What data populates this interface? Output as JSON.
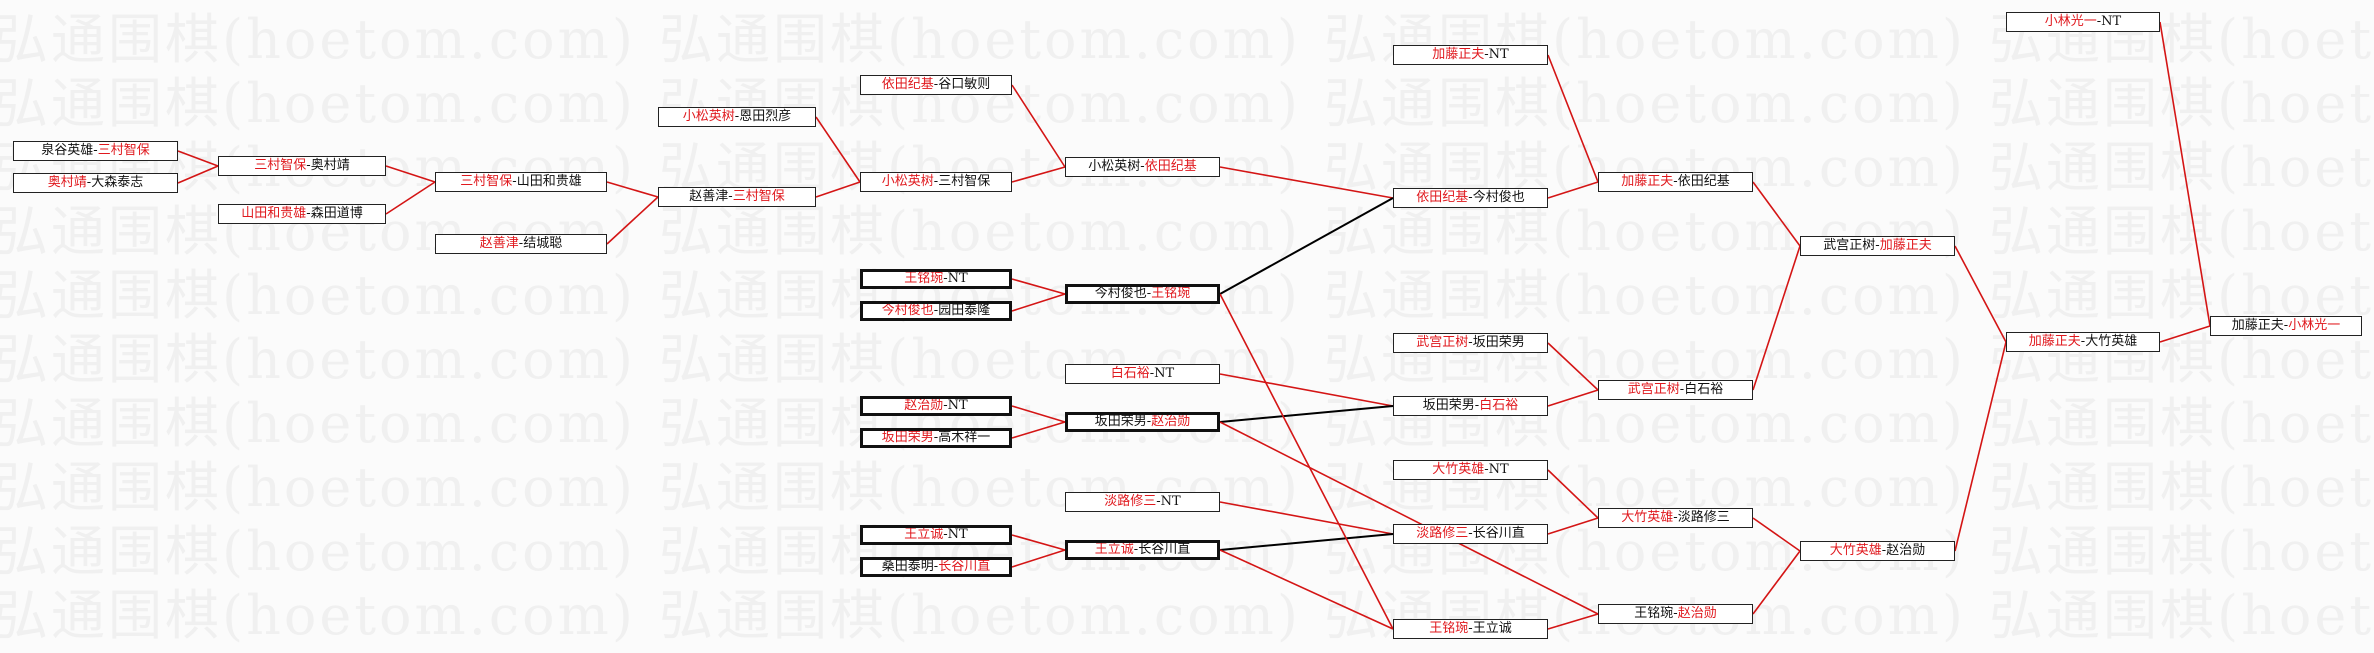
{
  "watermark": "弘通围棋(hoetom.com)",
  "colors": {
    "winner": "#e0191e",
    "text": "#111111",
    "red_line": "#d41515",
    "black_line": "#000000"
  },
  "matches": [
    {
      "id": "a1",
      "parts": [
        "泉谷英雄",
        "-",
        "三村智保"
      ],
      "hl": [
        2
      ],
      "thick": false
    },
    {
      "id": "a2",
      "parts": [
        "奥村靖",
        "-大森泰志"
      ],
      "hl": [
        0
      ],
      "thick": false
    },
    {
      "id": "b1",
      "parts": [
        "三村智保",
        "-奥村靖"
      ],
      "hl": [
        0
      ],
      "thick": false
    },
    {
      "id": "b2",
      "parts": [
        "山田和贵雄",
        "-森田道博"
      ],
      "hl": [
        0
      ],
      "thick": false
    },
    {
      "id": "c1",
      "parts": [
        "三村智保",
        "-山田和贵雄"
      ],
      "hl": [
        0
      ],
      "thick": false
    },
    {
      "id": "c2",
      "parts": [
        "赵善津",
        "-结城聪"
      ],
      "hl": [
        0
      ],
      "thick": false
    },
    {
      "id": "d1",
      "parts": [
        "小松英树",
        "-恩田烈彦"
      ],
      "hl": [
        0
      ],
      "thick": false
    },
    {
      "id": "d2",
      "parts": [
        "赵善津-",
        "三村智保"
      ],
      "hl": [
        1
      ],
      "thick": false
    },
    {
      "id": "e1",
      "parts": [
        "依田纪基",
        "-谷口敏则"
      ],
      "hl": [
        0
      ],
      "thick": false
    },
    {
      "id": "e2",
      "parts": [
        "小松英树",
        "-三村智保"
      ],
      "hl": [
        0
      ],
      "thick": false
    },
    {
      "id": "e3",
      "parts": [
        "王铭琬",
        "-NT"
      ],
      "hl": [
        0
      ],
      "thick": true
    },
    {
      "id": "e4",
      "parts": [
        "今村俊也",
        "-园田泰隆"
      ],
      "hl": [
        0
      ],
      "thick": true
    },
    {
      "id": "e5",
      "parts": [
        "赵治勋",
        "-NT"
      ],
      "hl": [
        0
      ],
      "thick": true
    },
    {
      "id": "e6",
      "parts": [
        "坂田荣男",
        "-高木祥一"
      ],
      "hl": [
        0
      ],
      "thick": true
    },
    {
      "id": "e7",
      "parts": [
        "王立诚",
        "-NT"
      ],
      "hl": [
        0
      ],
      "thick": true
    },
    {
      "id": "e8",
      "parts": [
        "桑田泰明-",
        "长谷川直"
      ],
      "hl": [
        1
      ],
      "thick": true
    },
    {
      "id": "f1",
      "parts": [
        "小松英树-",
        "依田纪基"
      ],
      "hl": [
        1
      ],
      "thick": false
    },
    {
      "id": "f2",
      "parts": [
        "今村俊也-",
        "王铭琬"
      ],
      "hl": [
        1
      ],
      "thick": true
    },
    {
      "id": "f3",
      "parts": [
        "白石裕",
        "-NT"
      ],
      "hl": [
        0
      ],
      "thick": false
    },
    {
      "id": "f4",
      "parts": [
        "坂田荣男-",
        "赵治勋"
      ],
      "hl": [
        1
      ],
      "thick": true
    },
    {
      "id": "f5",
      "parts": [
        "淡路修三",
        "-NT"
      ],
      "hl": [
        0
      ],
      "thick": false
    },
    {
      "id": "f6",
      "parts": [
        "王立诚",
        "-长谷川直"
      ],
      "hl": [
        0
      ],
      "thick": true
    },
    {
      "id": "g1",
      "parts": [
        "加藤正夫",
        "-NT"
      ],
      "hl": [
        0
      ],
      "thick": false
    },
    {
      "id": "g2",
      "parts": [
        "依田纪基",
        "-今村俊也"
      ],
      "hl": [
        0
      ],
      "thick": false
    },
    {
      "id": "g3",
      "parts": [
        "武宫正树",
        "-坂田荣男"
      ],
      "hl": [
        0
      ],
      "thick": false
    },
    {
      "id": "g4",
      "parts": [
        "坂田荣男-",
        "白石裕"
      ],
      "hl": [
        1
      ],
      "thick": false
    },
    {
      "id": "g5",
      "parts": [
        "大竹英雄",
        "-NT"
      ],
      "hl": [
        0
      ],
      "thick": false
    },
    {
      "id": "g6",
      "parts": [
        "淡路修三",
        "-长谷川直"
      ],
      "hl": [
        0
      ],
      "thick": false
    },
    {
      "id": "g7",
      "parts": [
        "王铭琬",
        "-王立诚"
      ],
      "hl": [
        0
      ],
      "thick": false
    },
    {
      "id": "h1",
      "parts": [
        "加藤正夫",
        "-依田纪基"
      ],
      "hl": [
        0
      ],
      "thick": false
    },
    {
      "id": "h2",
      "parts": [
        "武宫正树",
        "-白石裕"
      ],
      "hl": [
        0
      ],
      "thick": false
    },
    {
      "id": "h3",
      "parts": [
        "大竹英雄",
        "-淡路修三"
      ],
      "hl": [
        0
      ],
      "thick": false
    },
    {
      "id": "h4",
      "parts": [
        "王铭琬-",
        "赵治勋"
      ],
      "hl": [
        1
      ],
      "thick": false
    },
    {
      "id": "i1",
      "parts": [
        "武宫正树-",
        "加藤正夫"
      ],
      "hl": [
        1
      ],
      "thick": false
    },
    {
      "id": "i2",
      "parts": [
        "大竹英雄",
        "-赵治勋"
      ],
      "hl": [
        0
      ],
      "thick": false
    },
    {
      "id": "j1",
      "parts": [
        "小林光一",
        "-NT"
      ],
      "hl": [
        0
      ],
      "thick": false
    },
    {
      "id": "j2",
      "parts": [
        "加藤正夫",
        "-大竹英雄"
      ],
      "hl": [
        0
      ],
      "thick": false
    },
    {
      "id": "k1",
      "parts": [
        "加藤正夫-",
        "小林光一"
      ],
      "hl": [
        1
      ],
      "thick": false
    }
  ],
  "links": [
    [
      "a1",
      "b1",
      "r"
    ],
    [
      "a2",
      "b1",
      "r"
    ],
    [
      "b1",
      "c1",
      "r"
    ],
    [
      "b2",
      "c1",
      "r"
    ],
    [
      "c1",
      "d2",
      "r"
    ],
    [
      "c2",
      "d2",
      "r"
    ],
    [
      "d1",
      "e2",
      "r"
    ],
    [
      "d2",
      "e2",
      "r"
    ],
    [
      "e1",
      "f1",
      "r"
    ],
    [
      "e2",
      "f1",
      "r"
    ],
    [
      "e3",
      "f2",
      "r"
    ],
    [
      "e4",
      "f2",
      "r"
    ],
    [
      "e5",
      "f4",
      "r"
    ],
    [
      "e6",
      "f4",
      "r"
    ],
    [
      "e7",
      "f6",
      "r"
    ],
    [
      "e8",
      "f6",
      "r"
    ],
    [
      "f1",
      "g2",
      "r"
    ],
    [
      "f2",
      "g2",
      "k"
    ],
    [
      "f3",
      "g4",
      "r"
    ],
    [
      "f4",
      "g4",
      "k"
    ],
    [
      "f5",
      "g6",
      "r"
    ],
    [
      "f6",
      "g6",
      "k"
    ],
    [
      "f2",
      "g7",
      "r"
    ],
    [
      "f4",
      "h4",
      "r"
    ],
    [
      "f6",
      "g7",
      "r"
    ],
    [
      "g1",
      "h1",
      "r"
    ],
    [
      "g2",
      "h1",
      "r"
    ],
    [
      "g3",
      "h2",
      "r"
    ],
    [
      "g4",
      "h2",
      "r"
    ],
    [
      "g5",
      "h3",
      "r"
    ],
    [
      "g6",
      "h3",
      "r"
    ],
    [
      "g7",
      "h4",
      "r"
    ],
    [
      "h1",
      "i1",
      "r"
    ],
    [
      "h2",
      "i1",
      "r"
    ],
    [
      "h3",
      "i2",
      "r"
    ],
    [
      "h4",
      "i2",
      "r"
    ],
    [
      "i1",
      "j2",
      "r"
    ],
    [
      "i2",
      "j2",
      "r"
    ],
    [
      "j1",
      "k1",
      "r"
    ],
    [
      "j2",
      "k1",
      "r"
    ]
  ]
}
